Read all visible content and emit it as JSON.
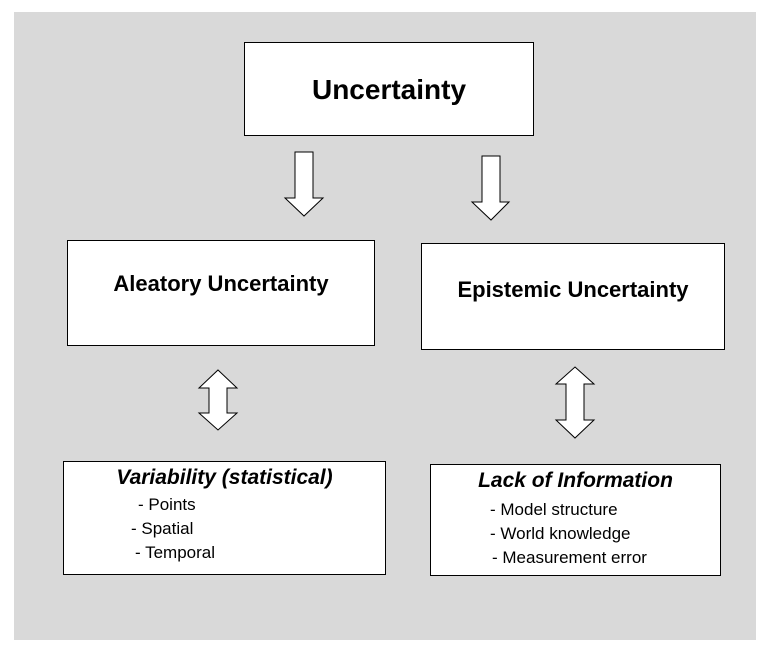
{
  "diagram": {
    "root": {
      "title": "Uncertainty"
    },
    "left_branch": {
      "title": "Aleatory Uncertainty",
      "detail": {
        "heading": "Variability (statistical)",
        "items": [
          "- Points",
          "- Spatial",
          "- Temporal"
        ]
      }
    },
    "right_branch": {
      "title": "Epistemic Uncertainty",
      "detail": {
        "heading": "Lack of Information",
        "items": [
          "- Model structure",
          "- World knowledge",
          "- Measurement error"
        ]
      }
    }
  },
  "colors": {
    "background": "#d9d9d9",
    "box_fill": "#ffffff",
    "stroke": "#000000"
  }
}
